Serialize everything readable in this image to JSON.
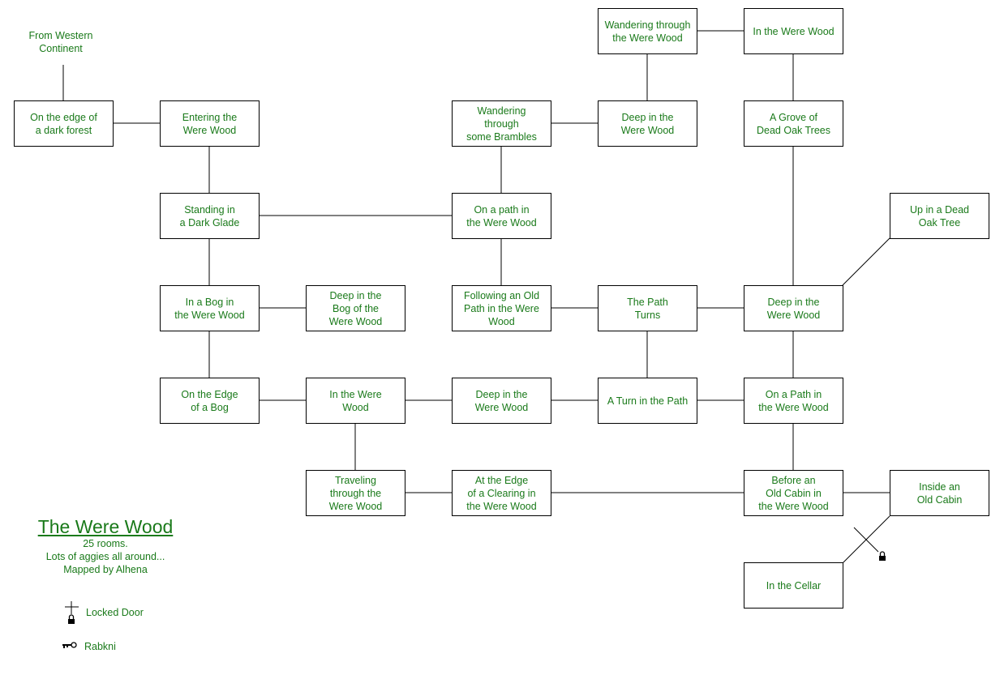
{
  "title": "The Were Wood",
  "info": {
    "room_count": "25 rooms.",
    "note": "Lots of aggies all around...",
    "credit": "Mapped by Alhena"
  },
  "legend": {
    "locked_door": "Locked Door",
    "key": "Rabkni"
  },
  "colors": {
    "text": "#1a7a1a",
    "lines": "#000000",
    "background": "#ffffff"
  },
  "entry_label": "From Western\nContinent",
  "rooms": {
    "edge_dark_forest": "On the edge of\na dark forest",
    "entering": "Entering the\nWere Wood",
    "dark_glade": "Standing in\na Dark Glade",
    "bog": "In a Bog in\nthe Were Wood",
    "deep_bog": "Deep in the\nBog of the\nWere Wood",
    "edge_bog": "On the Edge\nof a Bog",
    "in_were_wood_lower": "In the Were\nWood",
    "traveling": "Traveling\nthrough the\nWere Wood",
    "edge_clearing": "At the Edge\nof a Clearing in\nthe Were Wood",
    "deep_lower": "Deep in the\nWere Wood",
    "turn_in_path": "A Turn in the Path",
    "path_turns": "The Path\nTurns",
    "following_path": "Following an Old\nPath in the Were\nWood",
    "on_path": "On a path in\nthe Were Wood",
    "brambles": "Wandering\nthrough\nsome Brambles",
    "deep_upper": "Deep in the\nWere Wood",
    "wandering_top": "Wandering through\nthe Were Wood",
    "in_were_wood_top": "In the Were Wood",
    "grove": "A Grove of\nDead Oak Trees",
    "deep_right": "Deep in the\nWere Wood",
    "dead_oak": "Up in a Dead\nOak Tree",
    "on_path_right": "On a Path in\nthe Were Wood",
    "before_cabin": "Before an\nOld Cabin in\nthe Were Wood",
    "inside_cabin": "Inside an\nOld Cabin",
    "cellar": "In the Cellar"
  }
}
